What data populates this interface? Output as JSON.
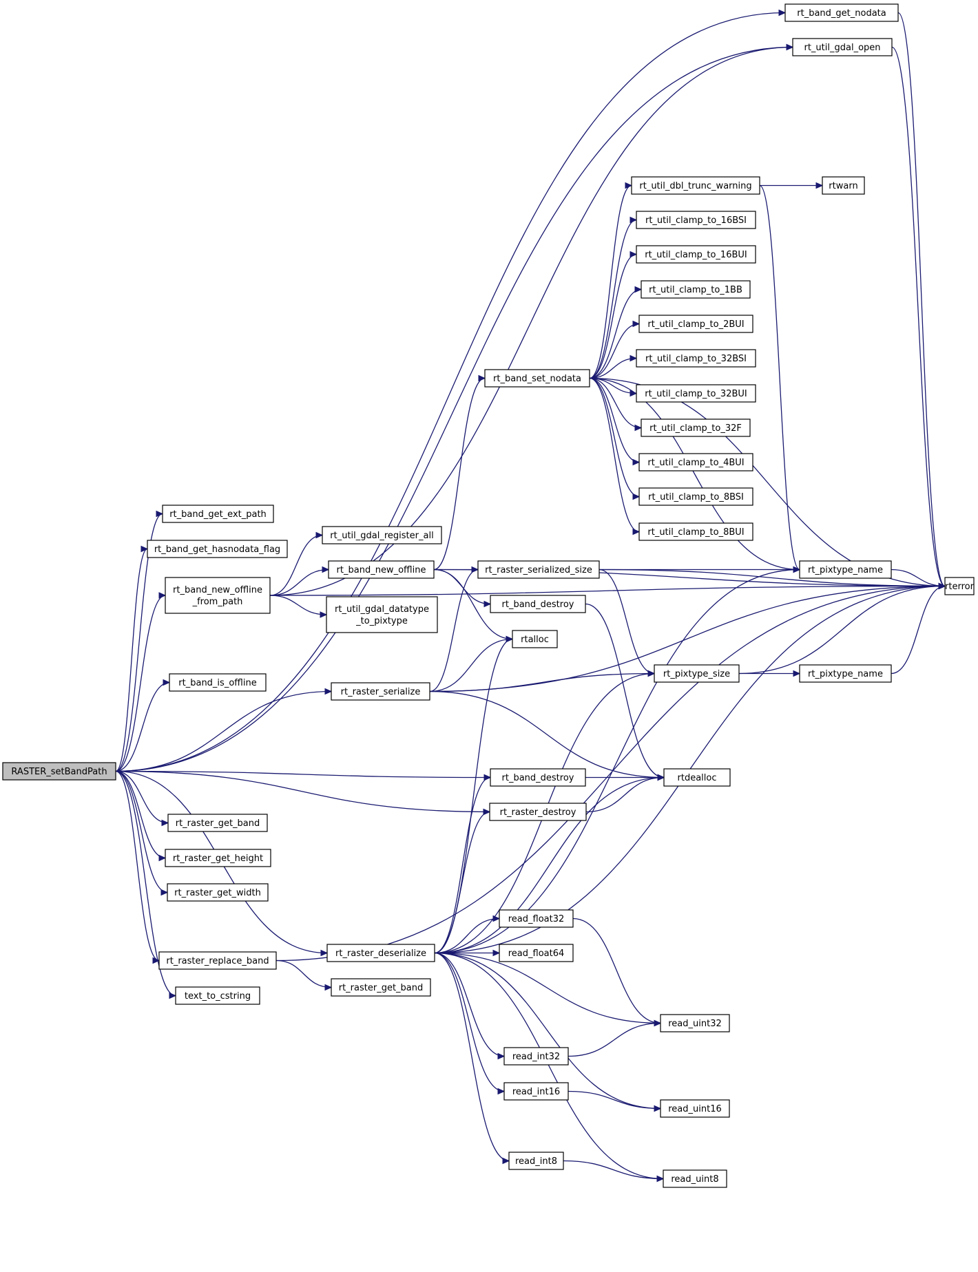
{
  "graph": {
    "colors": {
      "edge": "#191970",
      "node_border": "#000000",
      "root_fill": "#bfbfbf",
      "node_fill": "#ffffff"
    },
    "nodes": [
      {
        "id": "root",
        "lines": [
          "RASTER_setBandPath"
        ],
        "root": true
      },
      {
        "id": "get_nodata",
        "lines": [
          "rt_band_get_nodata"
        ]
      },
      {
        "id": "gdal_open",
        "lines": [
          "rt_util_gdal_open"
        ]
      },
      {
        "id": "dbl_trunc",
        "lines": [
          "rt_util_dbl_trunc_warning"
        ]
      },
      {
        "id": "rtwarn",
        "lines": [
          "rtwarn"
        ]
      },
      {
        "id": "c16bsi",
        "lines": [
          "rt_util_clamp_to_16BSI"
        ]
      },
      {
        "id": "c16bui",
        "lines": [
          "rt_util_clamp_to_16BUI"
        ]
      },
      {
        "id": "c1bb",
        "lines": [
          "rt_util_clamp_to_1BB"
        ]
      },
      {
        "id": "c2bui",
        "lines": [
          "rt_util_clamp_to_2BUI"
        ]
      },
      {
        "id": "c32bsi",
        "lines": [
          "rt_util_clamp_to_32BSI"
        ]
      },
      {
        "id": "c32bui",
        "lines": [
          "rt_util_clamp_to_32BUI"
        ]
      },
      {
        "id": "c32f",
        "lines": [
          "rt_util_clamp_to_32F"
        ]
      },
      {
        "id": "c4bui",
        "lines": [
          "rt_util_clamp_to_4BUI"
        ]
      },
      {
        "id": "c8bsi",
        "lines": [
          "rt_util_clamp_to_8BSI"
        ]
      },
      {
        "id": "c8bui",
        "lines": [
          "rt_util_clamp_to_8BUI"
        ]
      },
      {
        "id": "set_nodata",
        "lines": [
          "rt_band_set_nodata"
        ]
      },
      {
        "id": "ext_path",
        "lines": [
          "rt_band_get_ext_path"
        ]
      },
      {
        "id": "hasnodata",
        "lines": [
          "rt_band_get_hasnodata_flag"
        ]
      },
      {
        "id": "gdal_reg",
        "lines": [
          "rt_util_gdal_register_all"
        ]
      },
      {
        "id": "new_off_path",
        "lines": [
          "rt_band_new_offline",
          "_from_path"
        ]
      },
      {
        "id": "new_off",
        "lines": [
          "rt_band_new_offline"
        ]
      },
      {
        "id": "dtype_pix",
        "lines": [
          "rt_util_gdal_datatype",
          "_to_pixtype"
        ]
      },
      {
        "id": "ser_size",
        "lines": [
          "rt_raster_serialized_size"
        ]
      },
      {
        "id": "destroy1",
        "lines": [
          "rt_band_destroy"
        ]
      },
      {
        "id": "pixname1",
        "lines": [
          "rt_pixtype_name"
        ]
      },
      {
        "id": "rterror",
        "lines": [
          "rterror"
        ]
      },
      {
        "id": "rtalloc",
        "lines": [
          "rtalloc"
        ]
      },
      {
        "id": "is_offline",
        "lines": [
          "rt_band_is_offline"
        ]
      },
      {
        "id": "serialize",
        "lines": [
          "rt_raster_serialize"
        ]
      },
      {
        "id": "pixsize",
        "lines": [
          "rt_pixtype_size"
        ]
      },
      {
        "id": "pixname2",
        "lines": [
          "rt_pixtype_name"
        ]
      },
      {
        "id": "destroy2",
        "lines": [
          "rt_band_destroy"
        ]
      },
      {
        "id": "rtdealloc",
        "lines": [
          "rtdealloc"
        ]
      },
      {
        "id": "rdestroy",
        "lines": [
          "rt_raster_destroy"
        ]
      },
      {
        "id": "get_band1",
        "lines": [
          "rt_raster_get_band"
        ]
      },
      {
        "id": "get_height",
        "lines": [
          "rt_raster_get_height"
        ]
      },
      {
        "id": "get_width",
        "lines": [
          "rt_raster_get_width"
        ]
      },
      {
        "id": "f32",
        "lines": [
          "read_float32"
        ]
      },
      {
        "id": "deser",
        "lines": [
          "rt_raster_deserialize"
        ]
      },
      {
        "id": "f64",
        "lines": [
          "read_float64"
        ]
      },
      {
        "id": "replace",
        "lines": [
          "rt_raster_replace_band"
        ]
      },
      {
        "id": "get_band2",
        "lines": [
          "rt_raster_get_band"
        ]
      },
      {
        "id": "tcs",
        "lines": [
          "text_to_cstring"
        ]
      },
      {
        "id": "u32",
        "lines": [
          "read_uint32"
        ]
      },
      {
        "id": "i32",
        "lines": [
          "read_int32"
        ]
      },
      {
        "id": "i16",
        "lines": [
          "read_int16"
        ]
      },
      {
        "id": "u16",
        "lines": [
          "read_uint16"
        ]
      },
      {
        "id": "i8",
        "lines": [
          "read_int8"
        ]
      },
      {
        "id": "u8",
        "lines": [
          "read_uint8"
        ]
      }
    ],
    "edges": [
      [
        "root",
        "get_nodata"
      ],
      [
        "root",
        "gdal_open"
      ],
      [
        "root",
        "ext_path"
      ],
      [
        "root",
        "hasnodata"
      ],
      [
        "root",
        "new_off_path"
      ],
      [
        "root",
        "is_offline"
      ],
      [
        "root",
        "serialize"
      ],
      [
        "root",
        "destroy2"
      ],
      [
        "root",
        "rdestroy"
      ],
      [
        "root",
        "get_band1"
      ],
      [
        "root",
        "get_height"
      ],
      [
        "root",
        "get_width"
      ],
      [
        "root",
        "deser"
      ],
      [
        "root",
        "replace"
      ],
      [
        "root",
        "tcs"
      ],
      [
        "get_nodata",
        "rterror"
      ],
      [
        "gdal_open",
        "rterror"
      ],
      [
        "new_off_path",
        "rterror"
      ],
      [
        "new_off_path",
        "gdal_reg"
      ],
      [
        "new_off_path",
        "new_off"
      ],
      [
        "new_off_path",
        "dtype_pix"
      ],
      [
        "new_off_path",
        "gdal_open"
      ],
      [
        "new_off",
        "rterror"
      ],
      [
        "new_off",
        "set_nodata"
      ],
      [
        "new_off",
        "pixname1"
      ],
      [
        "new_off",
        "destroy1"
      ],
      [
        "new_off",
        "rtalloc"
      ],
      [
        "set_nodata",
        "dbl_trunc"
      ],
      [
        "set_nodata",
        "c16bsi"
      ],
      [
        "set_nodata",
        "c16bui"
      ],
      [
        "set_nodata",
        "c1bb"
      ],
      [
        "set_nodata",
        "c2bui"
      ],
      [
        "set_nodata",
        "c32bsi"
      ],
      [
        "set_nodata",
        "c32bui"
      ],
      [
        "set_nodata",
        "c32f"
      ],
      [
        "set_nodata",
        "c4bui"
      ],
      [
        "set_nodata",
        "c8bsi"
      ],
      [
        "set_nodata",
        "c8bui"
      ],
      [
        "set_nodata",
        "pixname1"
      ],
      [
        "set_nodata",
        "rterror"
      ],
      [
        "dbl_trunc",
        "rtwarn"
      ],
      [
        "dbl_trunc",
        "pixname1"
      ],
      [
        "pixname1",
        "rterror"
      ],
      [
        "destroy1",
        "rtdealloc"
      ],
      [
        "serialize",
        "ser_size"
      ],
      [
        "serialize",
        "rtalloc"
      ],
      [
        "serialize",
        "pixsize"
      ],
      [
        "serialize",
        "rterror"
      ],
      [
        "serialize",
        "rtdealloc"
      ],
      [
        "ser_size",
        "pixsize"
      ],
      [
        "ser_size",
        "rterror"
      ],
      [
        "pixsize",
        "pixname2"
      ],
      [
        "pixsize",
        "rterror"
      ],
      [
        "pixname2",
        "rterror"
      ],
      [
        "destroy2",
        "rtdealloc"
      ],
      [
        "rdestroy",
        "rtdealloc"
      ],
      [
        "deser",
        "rtalloc"
      ],
      [
        "deser",
        "destroy2"
      ],
      [
        "deser",
        "rdestroy"
      ],
      [
        "deser",
        "rtdealloc"
      ],
      [
        "deser",
        "pixname1"
      ],
      [
        "deser",
        "f32"
      ],
      [
        "deser",
        "f64"
      ],
      [
        "deser",
        "pixsize"
      ],
      [
        "deser",
        "u32"
      ],
      [
        "deser",
        "i32"
      ],
      [
        "deser",
        "i16"
      ],
      [
        "deser",
        "u16"
      ],
      [
        "deser",
        "i8"
      ],
      [
        "deser",
        "u8"
      ],
      [
        "deser",
        "rterror"
      ],
      [
        "f32",
        "u32"
      ],
      [
        "i32",
        "u32"
      ],
      [
        "i16",
        "u16"
      ],
      [
        "i8",
        "u8"
      ],
      [
        "replace",
        "get_band2"
      ],
      [
        "replace",
        "rterror"
      ]
    ]
  }
}
